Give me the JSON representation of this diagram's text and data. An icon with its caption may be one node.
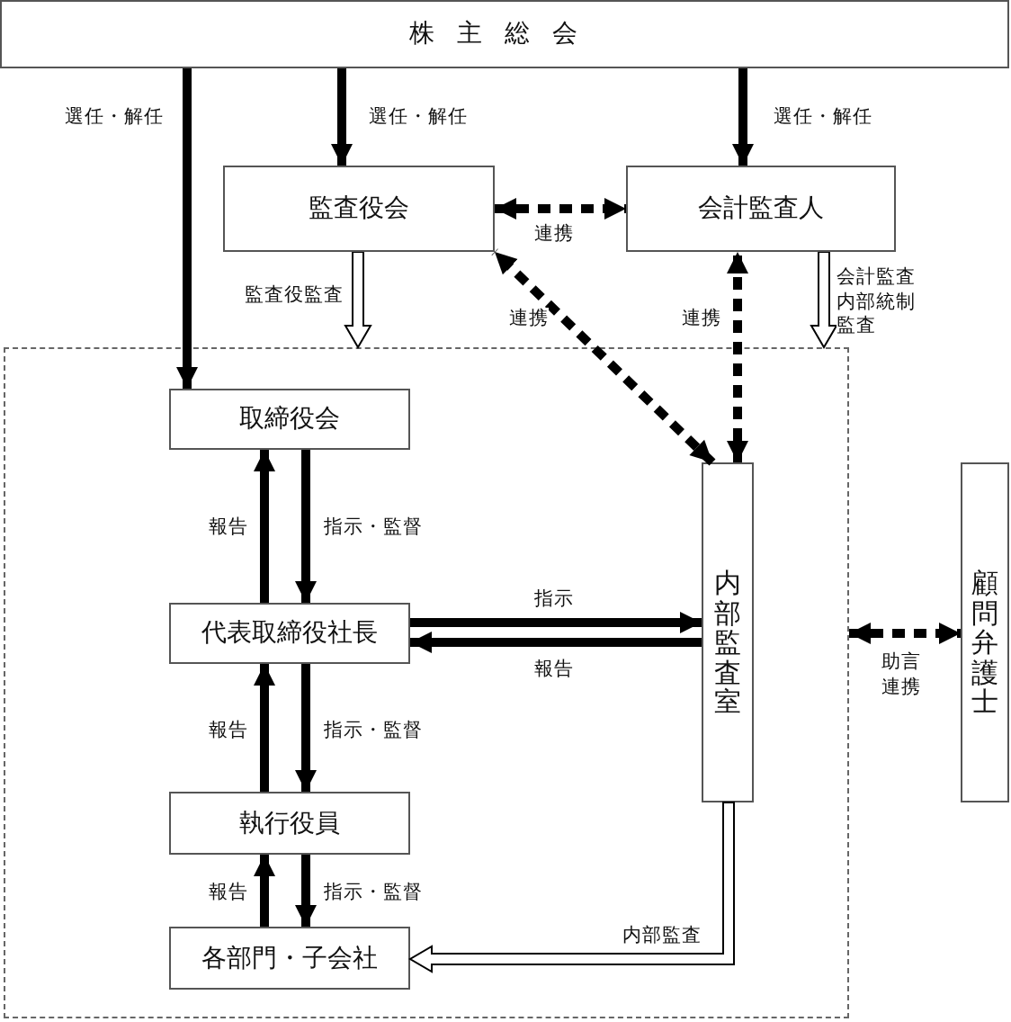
{
  "diagram": {
    "nodes": [
      {
        "text": [
          "株主総会"
        ]
      },
      {
        "text": [
          "監査役会"
        ]
      },
      {
        "text": [
          "会計監査人"
        ]
      },
      {
        "text": [],
        "shape": "box"
      },
      {
        "text": [
          "取締役会"
        ],
        "in": 3
      },
      {
        "text": [
          "代表取締役社長"
        ],
        "in": 3
      },
      {
        "text": [
          "執行役員"
        ],
        "in": 3
      },
      {
        "text": [
          "各部門・子会社"
        ],
        "in": 3
      },
      {
        "text": [
          "内部監査室"
        ],
        "in": 3
      },
      {
        "text": [
          "顧問弁護士"
        ]
      }
    ],
    "edges": [
      {
        "from": 0,
        "to": 4,
        "arrow": "to",
        "label": "選任・解任"
      },
      {
        "from": 0,
        "to": 1,
        "arrow": "to",
        "label": "選任・解任"
      },
      {
        "from": 0,
        "to": 2,
        "arrow": "to",
        "label": "選任・解任"
      },
      {
        "from": 1,
        "to": 2,
        "arrow": "both",
        "style": "dashed",
        "label": "連携"
      },
      {
        "from": 8,
        "to": 1,
        "arrow": "both",
        "style": "dashed",
        "label": "連携"
      },
      {
        "from": 8,
        "to": 2,
        "arrow": "both",
        "style": "dashed",
        "label": "連携"
      },
      {
        "from": 1,
        "to": 3,
        "arrow": "to",
        "style": "thick",
        "label": "監査役監査"
      },
      {
        "from": 2,
        "to": 3,
        "arrow": "to",
        "style": "thick",
        "label": "会計監査内部統制監査"
      },
      {
        "from": 5,
        "to": 4,
        "arrow": "to",
        "label": "報告"
      },
      {
        "from": 4,
        "to": 5,
        "arrow": "to",
        "label": "指示・監督"
      },
      {
        "from": 5,
        "to": 8,
        "arrow": "to",
        "label": "指示"
      },
      {
        "from": 8,
        "to": 5,
        "arrow": "to",
        "label": "報告"
      },
      {
        "from": 6,
        "to": 5,
        "arrow": "to",
        "label": "報告"
      },
      {
        "from": 5,
        "to": 6,
        "arrow": "to",
        "label": "指示・監督"
      },
      {
        "from": 7,
        "to": 6,
        "arrow": "to",
        "label": "報告"
      },
      {
        "from": 6,
        "to": 7,
        "arrow": "to",
        "label": "指示・監督"
      },
      {
        "from": 8,
        "to": 7,
        "arrow": "to",
        "style": "thick",
        "label": "内部監査"
      },
      {
        "from": 3,
        "to": 9,
        "arrow": "both",
        "style": "dashed",
        "label": "助言連携"
      }
    ]
  }
}
